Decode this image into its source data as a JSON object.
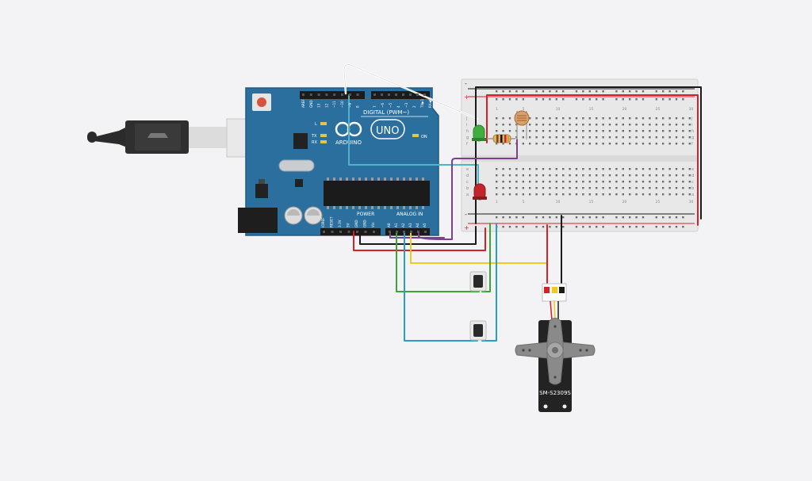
{
  "arduino": {
    "brand": "ARDUINO",
    "model": "UNO",
    "digital_label": "DIGITAL (PWM~)",
    "analog_label": "ANALOG IN",
    "power_label": "POWER",
    "on_label": "ON",
    "led_l": "L",
    "led_tx": "TX",
    "led_rx": "RX",
    "digital_pins": [
      "AREF",
      "GND",
      "13",
      "12",
      "~11",
      "~10",
      "~9",
      "8",
      "7",
      "~6",
      "~5",
      "4",
      "~3",
      "2",
      "TX▶1",
      "RX◀0"
    ],
    "power_pins": [
      "IOREF",
      "RESET",
      "3.3V",
      "5V",
      "GND",
      "GND",
      "Vin"
    ],
    "analog_pins": [
      "A0",
      "A1",
      "A2",
      "A3",
      "A4",
      "A5"
    ]
  },
  "breadboard": {
    "rail_plus": "+",
    "rail_minus": "-",
    "row_letters_top": [
      "j",
      "i",
      "h",
      "g",
      "f"
    ],
    "row_letters_bottom": [
      "e",
      "d",
      "c",
      "b",
      "a"
    ],
    "column_numbers": [
      "1",
      "",
      "",
      "",
      "5",
      "",
      "",
      "",
      "",
      "10",
      "",
      "",
      "",
      "",
      "15",
      "",
      "",
      "",
      "",
      "20",
      "",
      "",
      "",
      "",
      "25",
      "",
      "",
      "",
      "",
      "30"
    ]
  },
  "servo": {
    "model": "SM-S2309S"
  },
  "colors": {
    "board": "#2a6f9e",
    "wire_red": "#d81f26",
    "wire_black": "#1a1a1a",
    "wire_green": "#3aa63a",
    "wire_yellow": "#efcc1b",
    "wire_blue": "#2a9bc4",
    "wire_purple": "#7a3f8f",
    "wire_white": "#ffffff",
    "led_green": "#3fae3f",
    "led_red": "#c2262b"
  }
}
